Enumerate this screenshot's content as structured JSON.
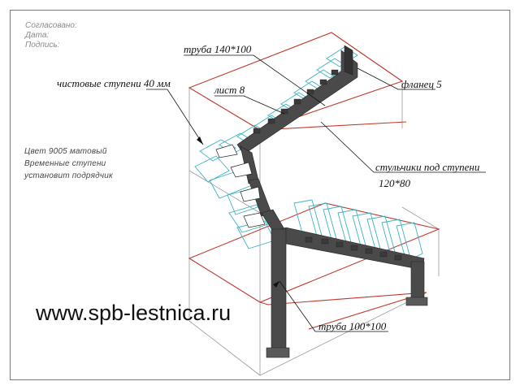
{
  "approval_block": {
    "agreed": "Согласовано:",
    "date": "Дата:",
    "signature": "Подпись:"
  },
  "note": {
    "line1": "Цвет  9005  матовый",
    "line2": "Временные  ступени",
    "line3": "установит  подрядчик"
  },
  "callouts": {
    "pipe_140": "труба 140*100",
    "finish_steps": "чистовые ступени 40 мм",
    "sheet_8": "лист 8",
    "flange_5": "фланец 5",
    "stools_line1": "стульчики под ступени",
    "stools_line2": "120*80",
    "pipe_100": "труба 100*100"
  },
  "website": "www.spb-lestnica.ru",
  "colors": {
    "outline_red": "#c0392b",
    "outline_gray": "#9a9a9a",
    "tread_cyan": "#3bb3c3",
    "steel": "#4a4a4a"
  }
}
